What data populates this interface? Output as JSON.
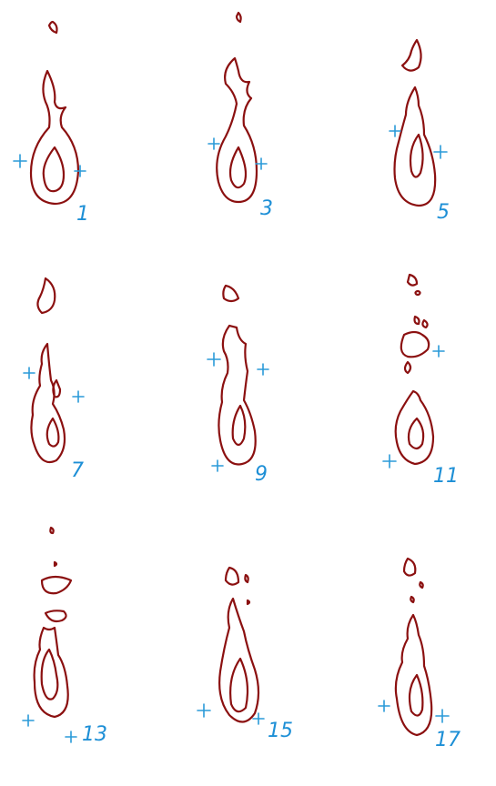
{
  "sheet": {
    "frames": [
      {
        "label": "1"
      },
      {
        "label": "3"
      },
      {
        "label": "5"
      },
      {
        "label": "7"
      },
      {
        "label": "9"
      },
      {
        "label": "11"
      },
      {
        "label": "13"
      },
      {
        "label": "15"
      },
      {
        "label": "17"
      }
    ]
  },
  "colors": {
    "outline": "#8b1010",
    "accent": "#1d8fd6",
    "background": "#ffffff"
  }
}
